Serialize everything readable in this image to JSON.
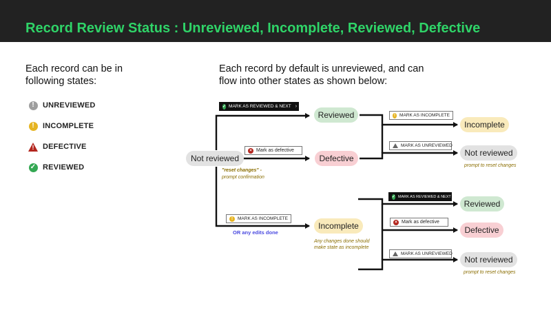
{
  "title": "Record Review Status : Unreviewed, Incomplete, Reviewed, Defective",
  "intro_left": [
    "Each record can be in",
    "following states:"
  ],
  "intro_right": [
    "Each record by default is unreviewed, and can",
    "flow into other states as shown below:"
  ],
  "legend": [
    {
      "label": "UNREVIEWED",
      "icon": "unreviewed-icon",
      "color": "#9e9e9e"
    },
    {
      "label": "INCOMPLETE",
      "icon": "incomplete-icon",
      "color": "#e6b422"
    },
    {
      "label": "DEFECTIVE",
      "icon": "defective-icon",
      "color": "#b3261e"
    },
    {
      "label": "REVIEWED",
      "icon": "reviewed-icon",
      "color": "#34a853"
    }
  ],
  "states": {
    "not_reviewed": "Not reviewed",
    "reviewed": "Reviewed",
    "defective": "Defective",
    "incomplete": "Incomplete"
  },
  "actions": {
    "mark_reviewed_next": "MARK AS REVIEWED & NEXT",
    "mark_incomplete": "MARK AS INCOMPLETE",
    "mark_defective": "Mark as defective",
    "mark_unreviewed": "MARK AS UNREVIEWED"
  },
  "notes": {
    "reset_changes": "\"reset changes\"  -",
    "prompt_confirmation": "prompt confirmation",
    "or_edits": "OR  any edits done",
    "prompt_reset": "prompt to reset changes",
    "changes_line1": "Any changes done should",
    "changes_line2": "make state as incomplete"
  },
  "colors": {
    "accent": "#2fd468",
    "header_bg": "#222222",
    "reviewed_bg": "#cfe8d1",
    "defective_bg": "#f8cfd3",
    "incomplete_bg": "#f9eabb",
    "unreviewed_bg": "#e2e2e2"
  }
}
